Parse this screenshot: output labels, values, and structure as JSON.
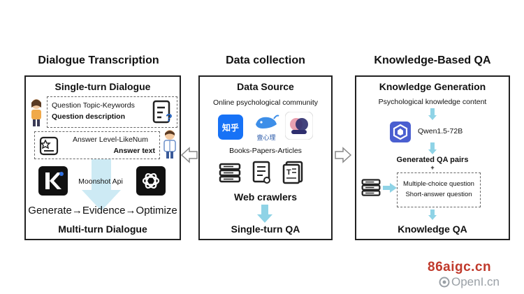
{
  "columns": {
    "left": {
      "title": "Dialogue Transcription",
      "heading": "Single-turn Dialogue",
      "q_line1": "Question Topic-Keywords",
      "q_line2": "Question description",
      "a_line1": "Answer Level-LikeNum",
      "a_line2": "Answer text",
      "api_label": "Moonshot Api",
      "pipeline": "Generate→Evidence→Optimize",
      "footer": "Multi-turn Dialogue"
    },
    "middle": {
      "title": "Data collection",
      "heading": "Data Source",
      "community": "Online psychological community",
      "zhihu_text": "知乎",
      "yixinli_text": "壹心理",
      "books": "Books-Papers-Articles",
      "crawlers": "Web crawlers",
      "footer": "Single-turn QA"
    },
    "right": {
      "title": "Knowledge-Based QA",
      "heading": "Knowledge Generation",
      "content": "Psychological knowledge content",
      "model": "Qwen1.5-72B",
      "pairs": "Generated QA pairs",
      "plus": "+",
      "mcq": "Multiple-choice question",
      "saq": "Short-answer question",
      "footer": "Knowledge QA"
    }
  },
  "watermark": {
    "line1": "86aigc.cn",
    "line2": "OpenI.cn"
  },
  "colors": {
    "arrow": "#8fd3e6",
    "watermark_red": "#c0392b",
    "watermark_grey": "#9aa0a6"
  }
}
